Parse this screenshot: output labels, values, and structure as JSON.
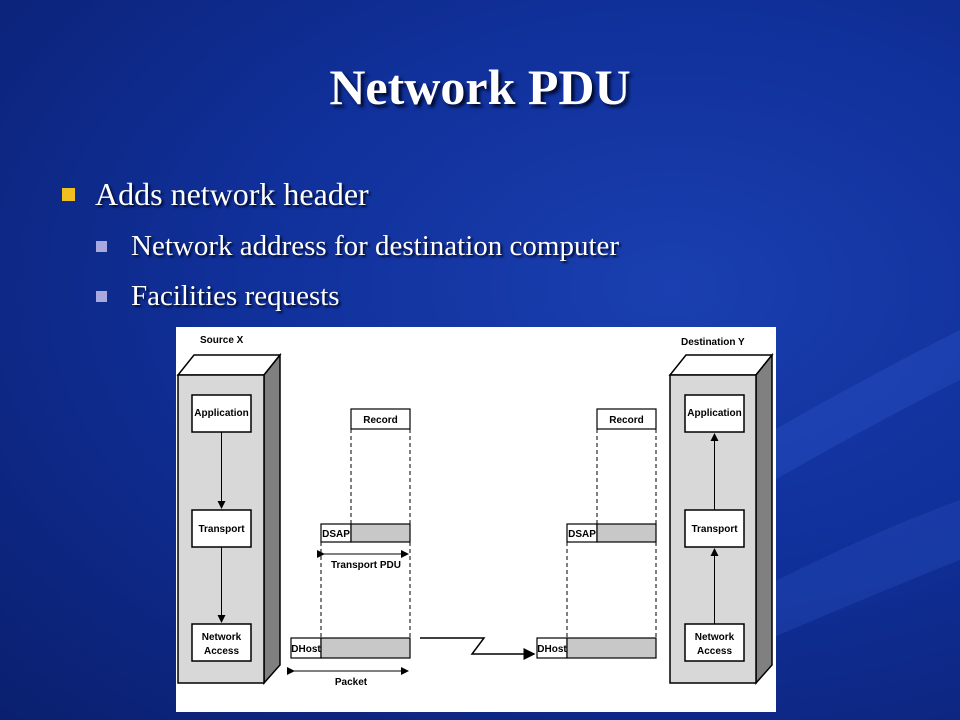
{
  "slide": {
    "title": "Network PDU",
    "bullets": [
      {
        "level": 1,
        "text": "Adds network header"
      },
      {
        "level": 2,
        "text": "Network address for destination computer"
      },
      {
        "level": 2,
        "text": "Facilities requests"
      }
    ]
  },
  "diagram": {
    "source_label": "Source X",
    "destination_label": "Destination Y",
    "layers": {
      "application": "Application",
      "transport": "Transport",
      "network_access_line1": "Network",
      "network_access_line2": "Access"
    },
    "record_label": "Record",
    "dsap_label": "DSAP",
    "transport_pdu_label": "Transport PDU",
    "dhost_label": "DHost",
    "packet_label": "Packet"
  },
  "colors": {
    "bullet_level1": "#f0c020",
    "bullet_level2": "#a9a9e0",
    "background": "#10309a"
  }
}
